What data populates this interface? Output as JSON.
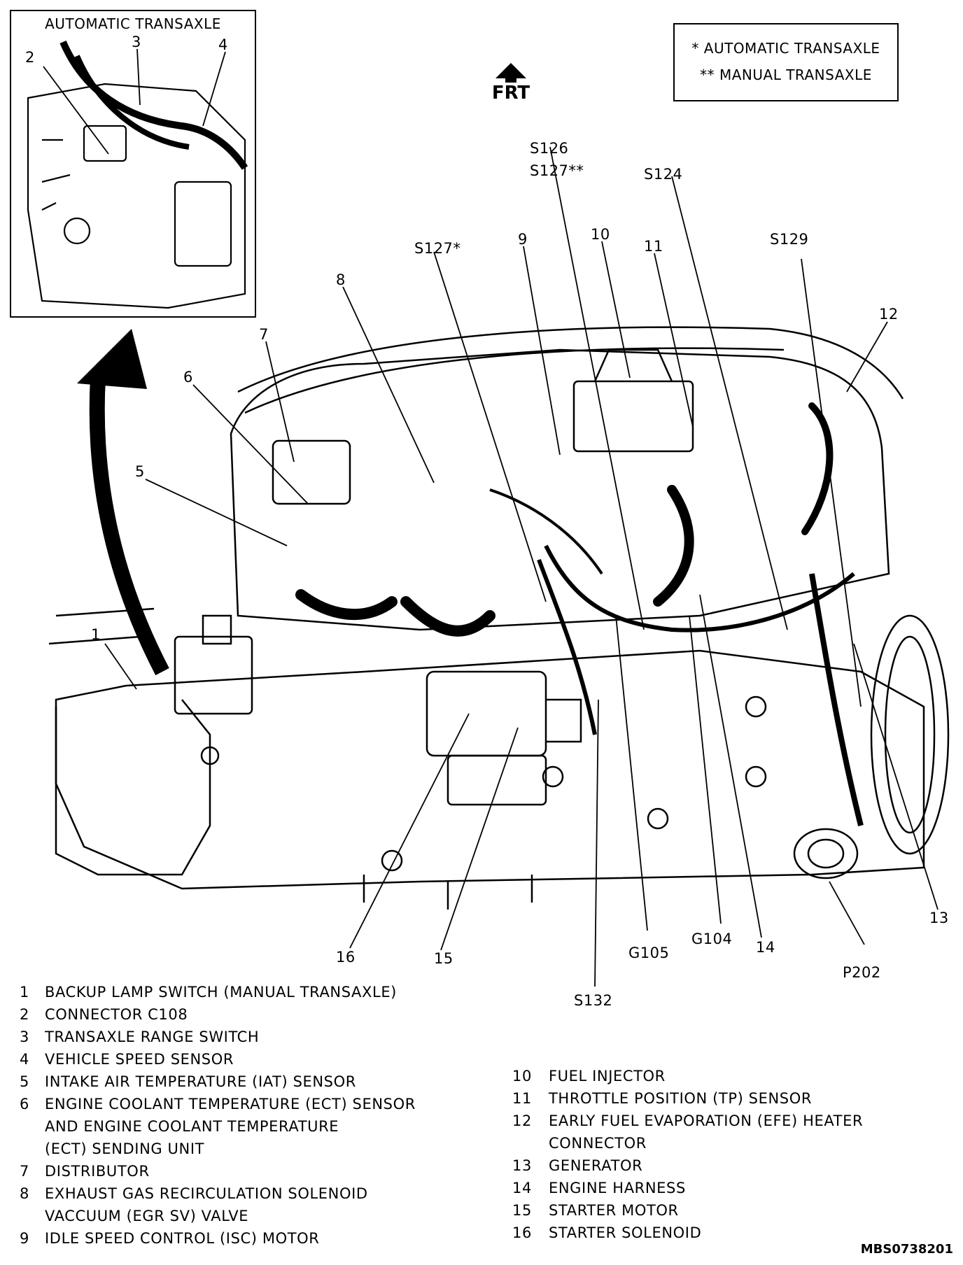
{
  "inset": {
    "title": "AUTOMATIC TRANSAXLE"
  },
  "legend": {
    "auto": "* AUTOMATIC TRANSAXLE",
    "manual": "** MANUAL TRANSAXLE"
  },
  "front_label": "FRT",
  "callouts": {
    "n1": "1",
    "n2": "2",
    "n3": "3",
    "n4": "4",
    "n5": "5",
    "n6": "6",
    "n7": "7",
    "n8": "8",
    "n9": "9",
    "n10": "10",
    "n11": "11",
    "n12": "12",
    "n13": "13",
    "n14": "14",
    "n15": "15",
    "n16": "16",
    "s126": "S126",
    "s127mt": "S127**",
    "s124": "S124",
    "s127at": "S127*",
    "s129": "S129",
    "g104": "G104",
    "g105": "G105",
    "p202": "P202",
    "s132": "S132"
  },
  "key_left": [
    {
      "num": "1",
      "text": "BACKUP LAMP SWITCH (MANUAL TRANSAXLE)"
    },
    {
      "num": "2",
      "text": "CONNECTOR C108"
    },
    {
      "num": "3",
      "text": "TRANSAXLE RANGE SWITCH"
    },
    {
      "num": "4",
      "text": "VEHICLE SPEED SENSOR"
    },
    {
      "num": "5",
      "text": "INTAKE AIR TEMPERATURE (IAT) SENSOR"
    },
    {
      "num": "6",
      "text": "ENGINE COOLANT TEMPERATURE (ECT) SENSOR"
    },
    {
      "num": "",
      "text": "AND ENGINE COOLANT TEMPERATURE"
    },
    {
      "num": "",
      "text": "(ECT) SENDING UNIT"
    },
    {
      "num": "7",
      "text": "DISTRIBUTOR"
    },
    {
      "num": "8",
      "text": "EXHAUST GAS RECIRCULATION SOLENOID"
    },
    {
      "num": "",
      "text": "VACCUUM (EGR SV) VALVE"
    },
    {
      "num": "9",
      "text": "IDLE SPEED CONTROL (ISC) MOTOR"
    }
  ],
  "key_right": [
    {
      "num": "10",
      "text": "FUEL INJECTOR"
    },
    {
      "num": "11",
      "text": "THROTTLE POSITION (TP) SENSOR"
    },
    {
      "num": "12",
      "text": "EARLY FUEL EVAPORATION (EFE) HEATER"
    },
    {
      "num": "",
      "text": "CONNECTOR"
    },
    {
      "num": "13",
      "text": "GENERATOR"
    },
    {
      "num": "14",
      "text": "ENGINE HARNESS"
    },
    {
      "num": "15",
      "text": "STARTER MOTOR"
    },
    {
      "num": "16",
      "text": "STARTER SOLENOID"
    }
  ],
  "figure_code": "MBS0738201"
}
